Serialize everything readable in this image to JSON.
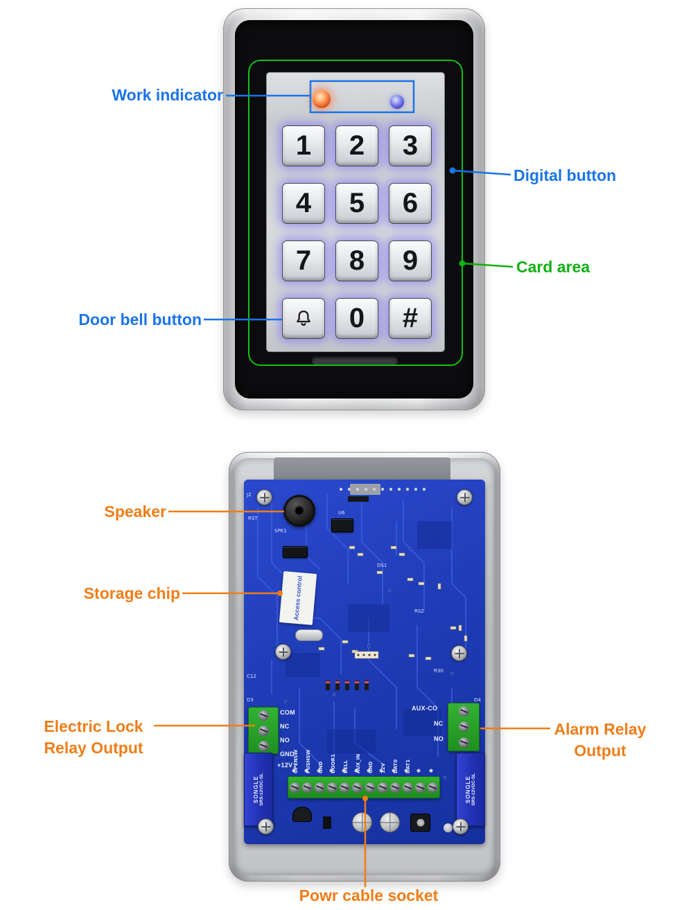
{
  "annotations": {
    "work_indicator": "Work indicator",
    "digital_button": "Digital button",
    "card_area": "Card area",
    "door_bell_button": "Door bell button",
    "speaker": "Speaker",
    "storage_chip": "Storage chip",
    "electric_lock_line1": "Electric Lock",
    "electric_lock_line2": "Relay Output",
    "alarm_relay_line1": "Alarm Relay",
    "alarm_relay_line2": "Output",
    "power_cable_socket": "Powr cable socket"
  },
  "keypad": {
    "keys": [
      "1",
      "2",
      "3",
      "4",
      "5",
      "6",
      "7",
      "8",
      "9",
      "0",
      "#"
    ],
    "bell_icon": "bell-icon"
  },
  "pcb": {
    "chip_label": "Access control",
    "relay_brand": "SONGLE",
    "relay_model": "SRS-12VDC-SL",
    "left_terminal_labels": [
      "COM",
      "NC",
      "NO",
      "GND",
      "+12V"
    ],
    "right_terminal_title": "AUX-CO",
    "right_terminal_labels": [
      "NC",
      "NO"
    ],
    "bottom_labels": [
      "OPENSW",
      "PUSHSW",
      "GND",
      "DOOR1",
      "BELL",
      "AUX_IN",
      "GND",
      "12V",
      "DAT0",
      "DAT1"
    ],
    "refs": [
      "J2",
      "RST",
      "SPK1",
      "U6",
      "DS1",
      "RS2",
      "R30",
      "C12",
      "D3",
      "D4"
    ]
  },
  "colors": {
    "annotation_blue": "#1a74e8",
    "annotation_green": "#10b010",
    "annotation_orange": "#ef7d18",
    "pcb_blue": "#1d3cb5",
    "terminal_green": "#2aa62a",
    "relay_blue": "#2438c0",
    "led_red": "#e04a18",
    "led_blue": "#5156d6"
  }
}
